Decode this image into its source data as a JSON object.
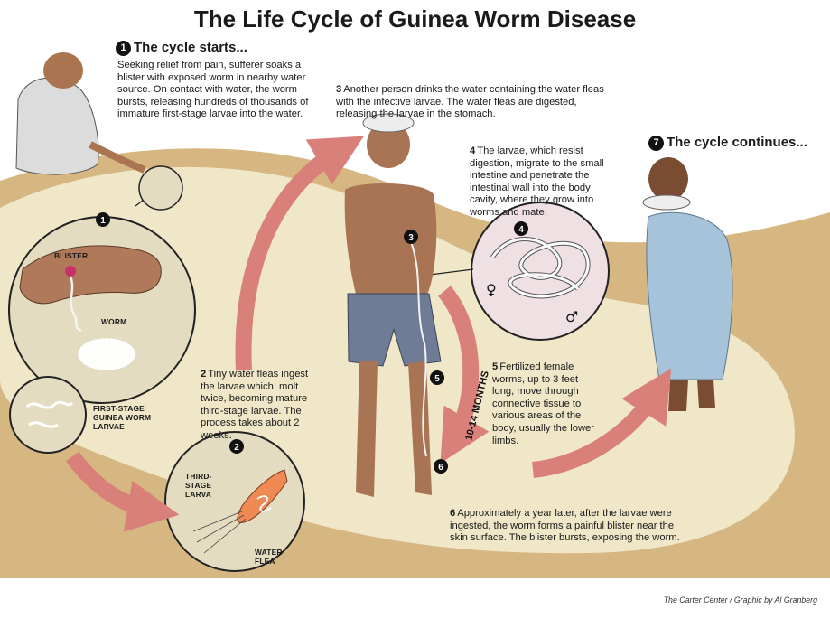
{
  "title": "The Life Cycle of Guinea Worm Disease",
  "steps": [
    {
      "number": "1",
      "heading": "The cycle starts...",
      "text": "Seeking relief from pain, sufferer soaks a blister with exposed worm in nearby water source. On contact with water, the worm bursts, releasing hundreds of thousands of immature first-stage larvae into the water."
    },
    {
      "number": "2",
      "text": "Tiny water fleas ingest the larvae which, molt twice, becoming mature third-stage larvae. The process takes about 2 weeks."
    },
    {
      "number": "3",
      "text": "Another person drinks the water containing the water fleas with the infective larvae. The water fleas are digested, releasing the larvae in the stomach."
    },
    {
      "number": "4",
      "text": "The larvae, which resist digestion, migrate to the small intestine and penetrate the intestinal wall into the body cavity, where they grow into worms and mate."
    },
    {
      "number": "5",
      "text": "Fertilized female worms, up to 3 feet long, move through connective tissue to various areas of the body, usually the lower limbs."
    },
    {
      "number": "6",
      "text": "Approximately a year later, after the larvae were ingested, the worm forms a painful blister near the skin surface. The blister bursts, exposing the worm."
    },
    {
      "number": "7",
      "heading": "The cycle continues..."
    }
  ],
  "labels": {
    "blister": "BLISTER",
    "worm": "WORM",
    "first_stage": "FIRST-STAGE GUINEA WORM LARVAE",
    "third_stage": "THIRD-STAGE LARVA",
    "water_flea": "WATER FLEA",
    "months": "10-14 MONTHS",
    "female": "♀",
    "male": "♂"
  },
  "badges": [
    "1",
    "2",
    "3",
    "4",
    "5",
    "6"
  ],
  "credit": "The Carter Center / Graphic by Al Granberg",
  "colors": {
    "arrow": "#d9807a",
    "water": "#efe7c8",
    "ground": "#d6b782",
    "skin": "#a97453",
    "shorts": "#6e7c96",
    "cloth": "#a7c3da"
  }
}
